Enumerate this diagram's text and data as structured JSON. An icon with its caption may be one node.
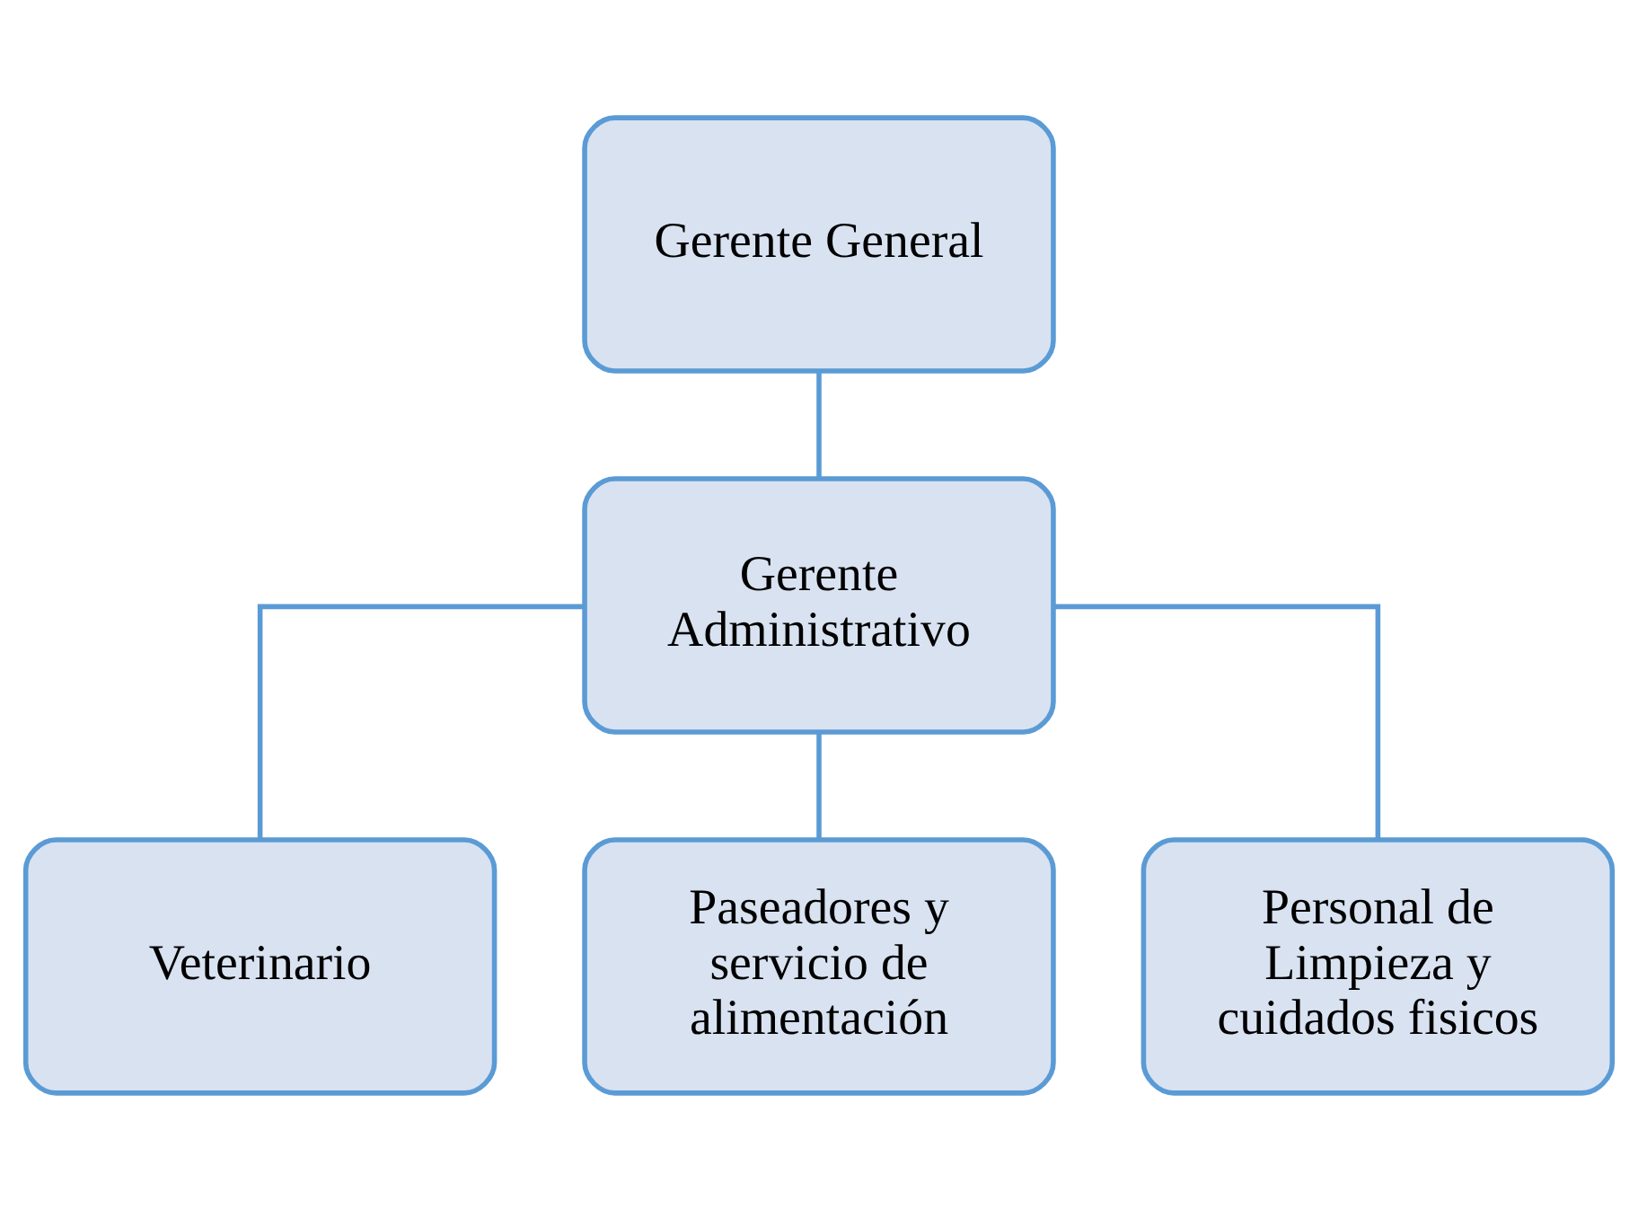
{
  "diagram": {
    "nodes": [
      {
        "text": [
          "Gerente General"
        ]
      },
      {
        "text": [
          "Gerente Administrativo"
        ]
      },
      {
        "text": [
          "Veterinario"
        ]
      },
      {
        "text": [
          "Paseadores y servicio de alimentación"
        ]
      },
      {
        "text": [
          "Personal de Limpieza y cuidados fisicos"
        ]
      }
    ],
    "edges": [
      {
        "from": 0,
        "to": 1,
        "arrow": "none"
      },
      {
        "from": 1,
        "to": 2,
        "arrow": "none"
      },
      {
        "from": 1,
        "to": 3,
        "arrow": "none"
      },
      {
        "from": 1,
        "to": 4,
        "arrow": "none"
      }
    ]
  }
}
